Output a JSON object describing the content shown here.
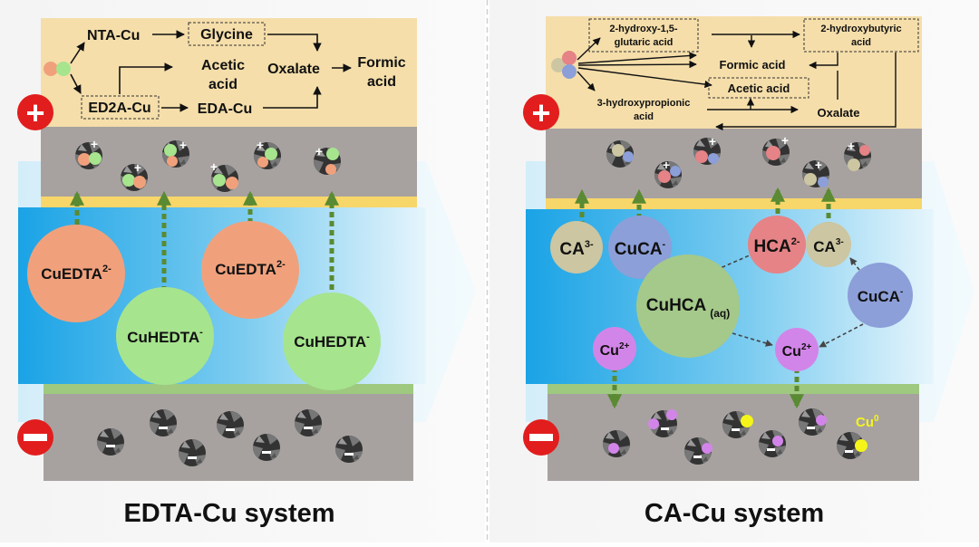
{
  "left": {
    "title": "EDTA-Cu system",
    "pathway": {
      "nta_cu": "NTA-Cu",
      "glycine": "Glycine",
      "ed2a_cu": "ED2A-Cu",
      "acetic_line1": "Acetic",
      "acetic_line2": "acid",
      "eda_cu": "EDA-Cu",
      "oxalate": "Oxalate",
      "formic_line1": "Formic",
      "formic_line2": "acid"
    },
    "complexes": {
      "cuedta": "CuEDTA",
      "cuedta_charge": "2-",
      "cuhedta": "CuHEDTA",
      "cuhedta_charge": "-"
    }
  },
  "right": {
    "title": "CA-Cu system",
    "pathway": {
      "hga_line1": "2-hydroxy-1,5-",
      "hga_line2": "glutaric acid",
      "hba_line1": "2-hydroxybutyric",
      "hba_line2": "acid",
      "formic": "Formic acid",
      "acetic": "Acetic acid",
      "hpa_line1": "3-hydroxypropionic",
      "hpa_line2": "acid",
      "oxalate": "Oxalate"
    },
    "species": {
      "ca": "CA",
      "ca_charge": "3-",
      "cuca": "CuCA",
      "cuca_charge": "-",
      "hca": "HCA",
      "hca_charge": "2-",
      "cuhca": "CuHCA",
      "cuhca_sub": "(aq)",
      "cu": "Cu",
      "cu_charge": "2+",
      "cu0": "Cu",
      "cu0_sup": "0"
    }
  },
  "symbols": {
    "plus": "+",
    "minus": "−"
  },
  "colors": {
    "anode_band": "#f5deaa",
    "electrode_gray": "#a7a2a0",
    "orange": "#f0a17c",
    "green": "#a6e48e",
    "arrow_green": "#5a8a32",
    "red_sign": "#e21d1d",
    "tan": "#ccc6a2",
    "blue_purple": "#8c9fd8",
    "pink": "#e58386",
    "cuhca_green": "#a4c98a",
    "violet": "#d285e8",
    "cu0_yellow": "#f5f51a"
  }
}
